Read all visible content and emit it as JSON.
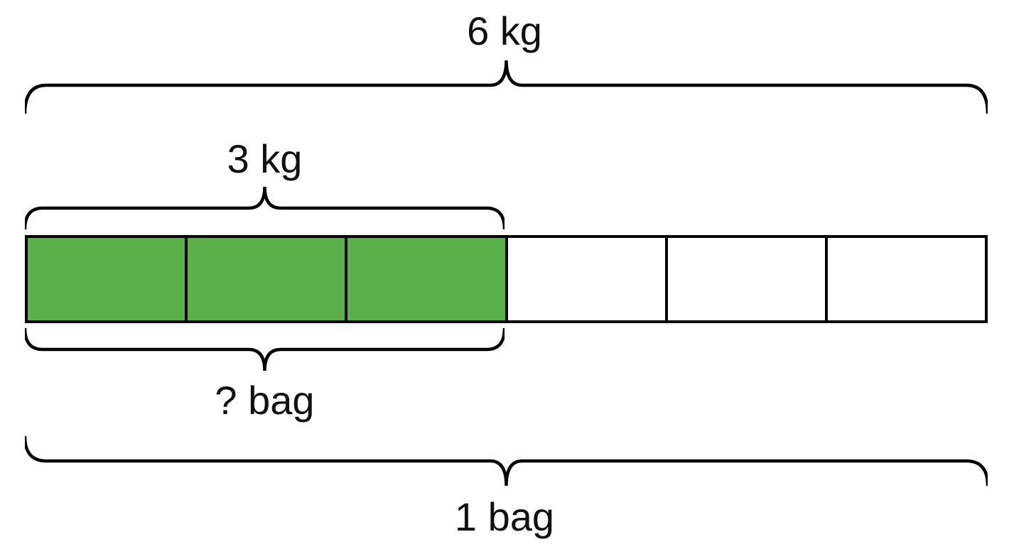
{
  "page": {
    "background": "#ffffff"
  },
  "diagram": {
    "type": "tape-diagram",
    "labels": {
      "total_weight": "6 kg",
      "half_weight": "3 kg",
      "unknown_bags": "? bag",
      "whole_bag": "1 bag"
    },
    "bar": {
      "total_cells": 6,
      "filled_cells": 3,
      "fill_color": "#5bb04c",
      "empty_color": "#ffffff",
      "border_color": "#000000"
    }
  }
}
